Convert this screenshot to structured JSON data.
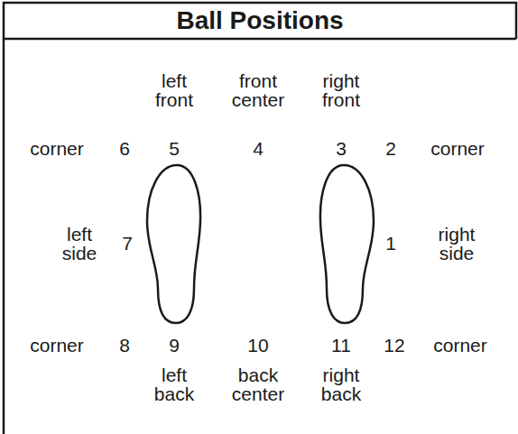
{
  "diagram": {
    "title": "Ball Positions",
    "labels": [
      "left front",
      "front center",
      "right front",
      "corner",
      "6",
      "5",
      "4",
      "3",
      "2",
      "corner",
      "left side",
      "7",
      "1",
      "right side",
      "corner",
      "8",
      "9",
      "10",
      "11",
      "12",
      "corner",
      "left back",
      "back center",
      "right back"
    ]
  }
}
